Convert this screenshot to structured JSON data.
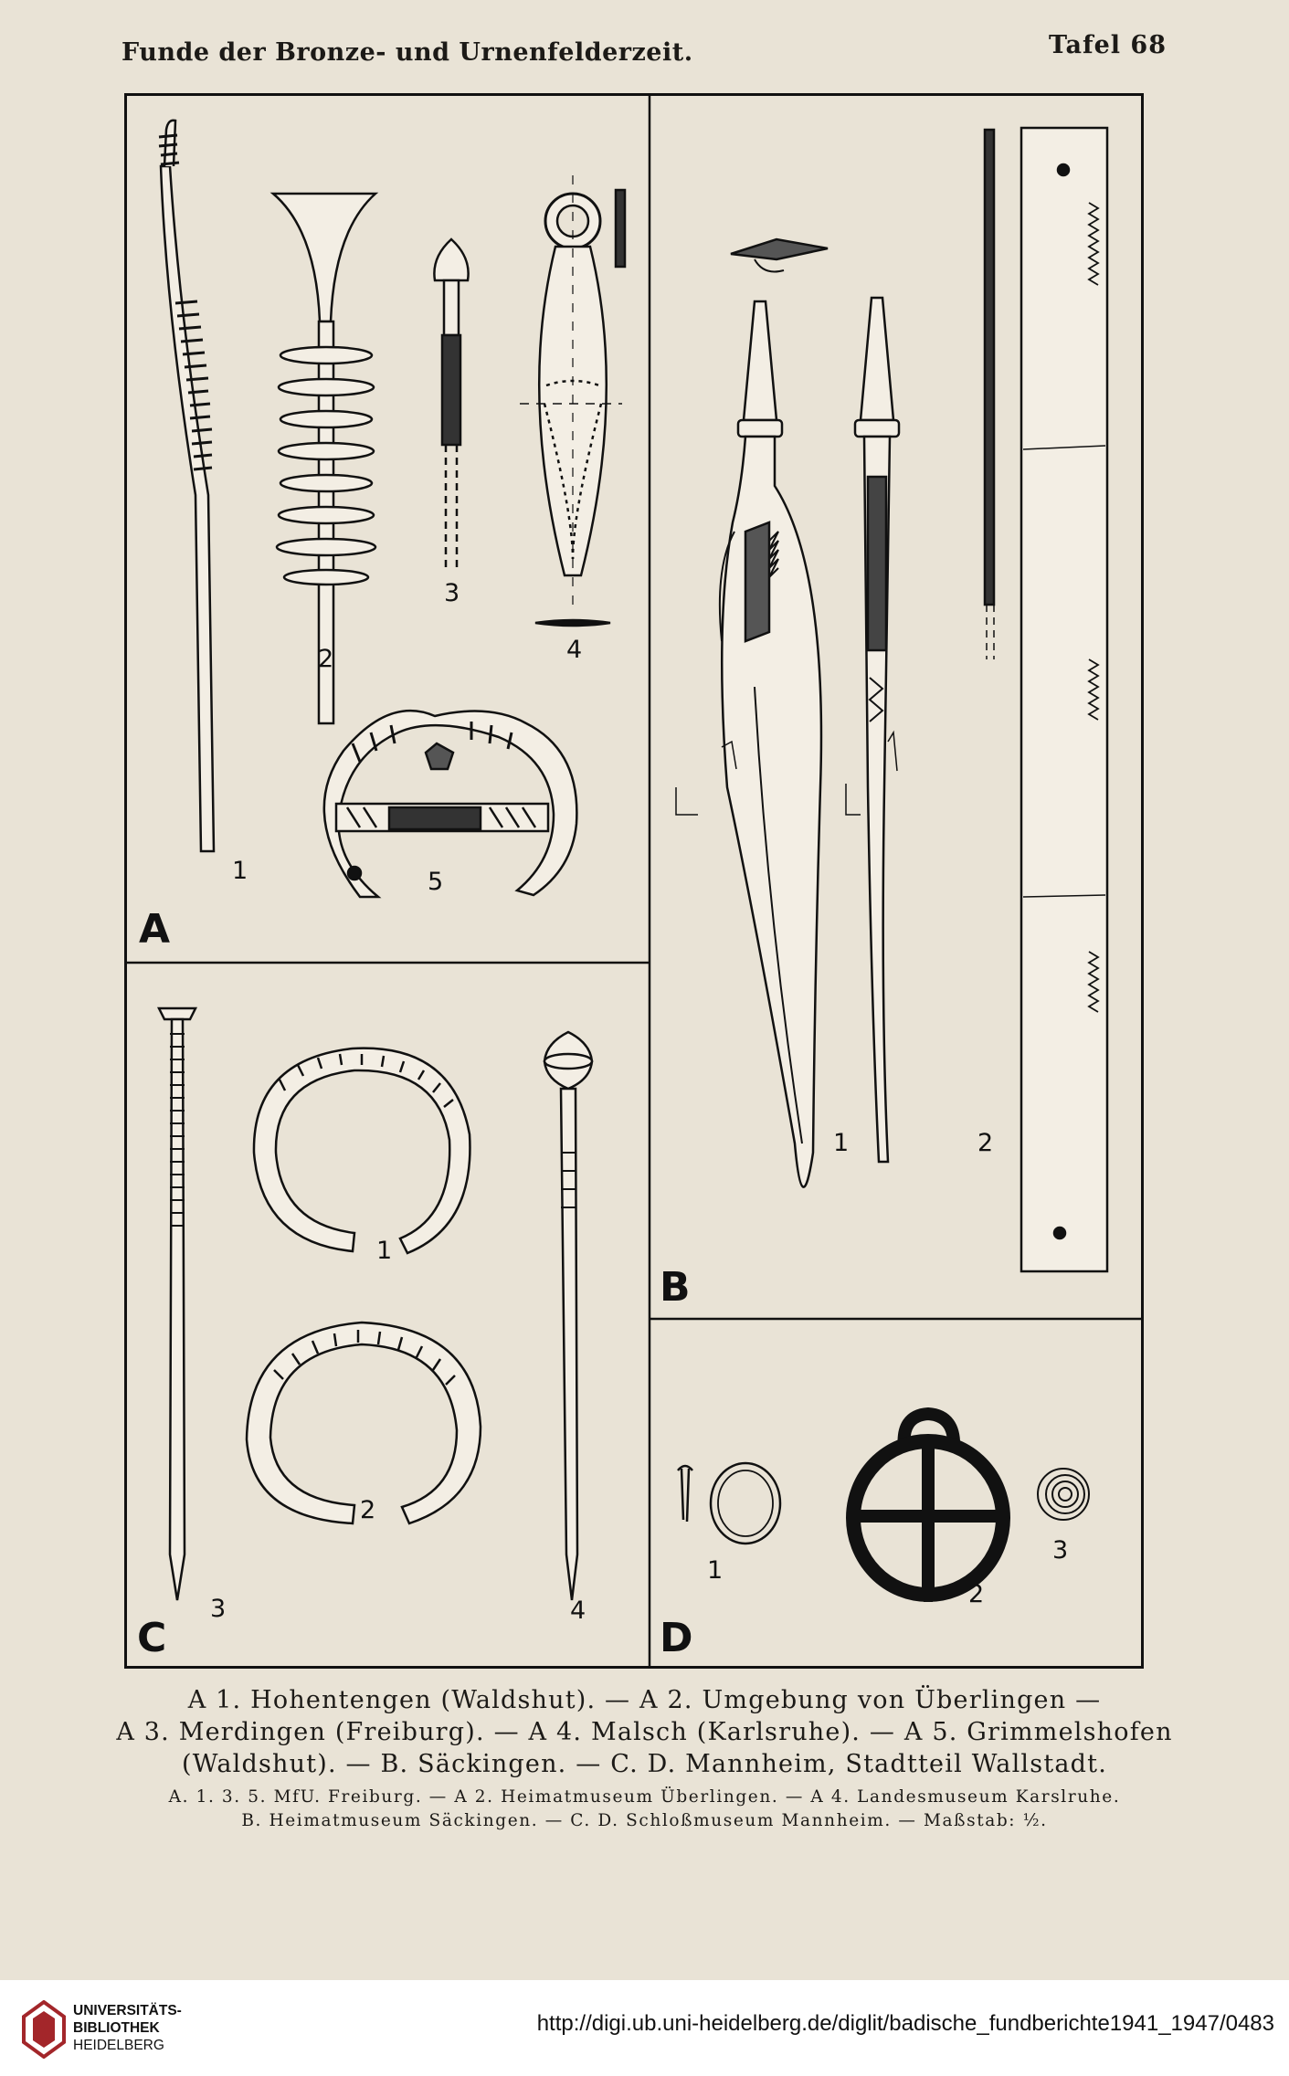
{
  "header": {
    "title": "Funde der Bronze- und Urnenfelderzeit.",
    "plate_label": "Tafel 68"
  },
  "plate": {
    "panels": {
      "a": {
        "letter": "A",
        "numbers": [
          "1",
          "2",
          "3",
          "4",
          "5"
        ]
      },
      "b": {
        "letter": "B",
        "numbers": [
          "1",
          "2"
        ]
      },
      "c": {
        "letter": "C",
        "numbers": [
          "1",
          "2",
          "3",
          "4"
        ]
      },
      "d": {
        "letter": "D",
        "numbers": [
          "1",
          "2",
          "3"
        ]
      }
    }
  },
  "caption": {
    "lines": [
      "A 1. Hohentengen (Waldshut). — A 2. Umgebung von Überlingen —",
      "A 3. Merdingen (Freiburg). — A 4. Malsch (Karlsruhe). — A 5. Grimmelshofen",
      "(Waldshut). — B. Säckingen. — C. D. Mannheim, Stadtteil Wallstadt."
    ],
    "small_lines": [
      "A. 1. 3. 5. MfU. Freiburg. — A 2. Heimatmuseum Überlingen. — A 4. Landesmuseum Karslruhe.",
      "B. Heimatmuseum Säckingen. — C. D. Schloßmuseum Mannheim. — Maßstab: ½."
    ]
  },
  "footer": {
    "logo_lines": [
      "UNIVERSITÄTS-",
      "BIBLIOTHEK",
      "HEIDELBERG"
    ],
    "url": "http://digi.ub.uni-heidelberg.de/diglit/badische_fundberichte1941_1947/0483"
  },
  "colors": {
    "paper": "#e9e3d6",
    "ink": "#1c1a17",
    "logo_red": "#a3262a"
  }
}
